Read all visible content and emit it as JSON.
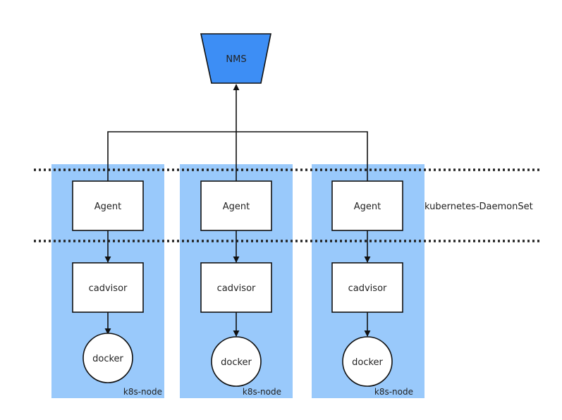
{
  "nms": {
    "label": "NMS",
    "fill_color": "#3d8ef5",
    "stroke_color": "#111111"
  },
  "daemonset_label": "kubernetes-DaemonSet",
  "node_color": "#99c9fb",
  "nodes": [
    {
      "node_label": "k8s-node",
      "agent_label": "Agent",
      "cadvisor_label": "cadvisor",
      "docker_label": "docker"
    },
    {
      "node_label": "k8s-node",
      "agent_label": "Agent",
      "cadvisor_label": "cadvisor",
      "docker_label": "docker"
    },
    {
      "node_label": "k8s-node",
      "agent_label": "Agent",
      "cadvisor_label": "cadvisor",
      "docker_label": "docker"
    }
  ]
}
